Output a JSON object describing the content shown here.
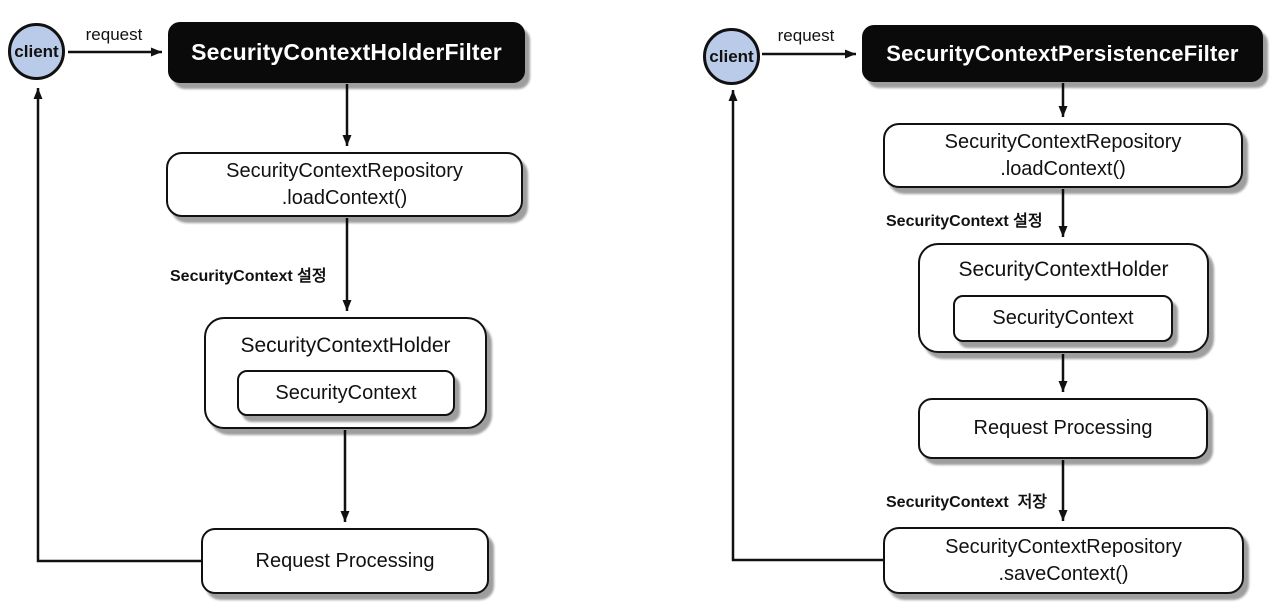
{
  "left": {
    "client": "client",
    "request": "request",
    "filter": "SecurityContextHolderFilter",
    "repo_load_line1": "SecurityContextRepository",
    "repo_load_line2": ".loadContext()",
    "set_label": "SecurityContext 설정",
    "holder": "SecurityContextHolder",
    "context": "SecurityContext",
    "processing": "Request Processing"
  },
  "right": {
    "client": "client",
    "request": "request",
    "filter": "SecurityContextPersistenceFilter",
    "repo_load_line1": "SecurityContextRepository",
    "repo_load_line2": ".loadContext()",
    "set_label": "SecurityContext 설정",
    "holder": "SecurityContextHolder",
    "context": "SecurityContext",
    "processing": "Request Processing",
    "save_label": "SecurityContext  저장",
    "repo_save_line1": "SecurityContextRepository",
    "repo_save_line2": ".saveContext()"
  },
  "colors": {
    "client_fill": "#b9cbe8",
    "filter_bg": "#0a0a0a",
    "filter_text": "#ffffff",
    "box_border": "#111111",
    "line": "#111111",
    "background": "#ffffff"
  }
}
